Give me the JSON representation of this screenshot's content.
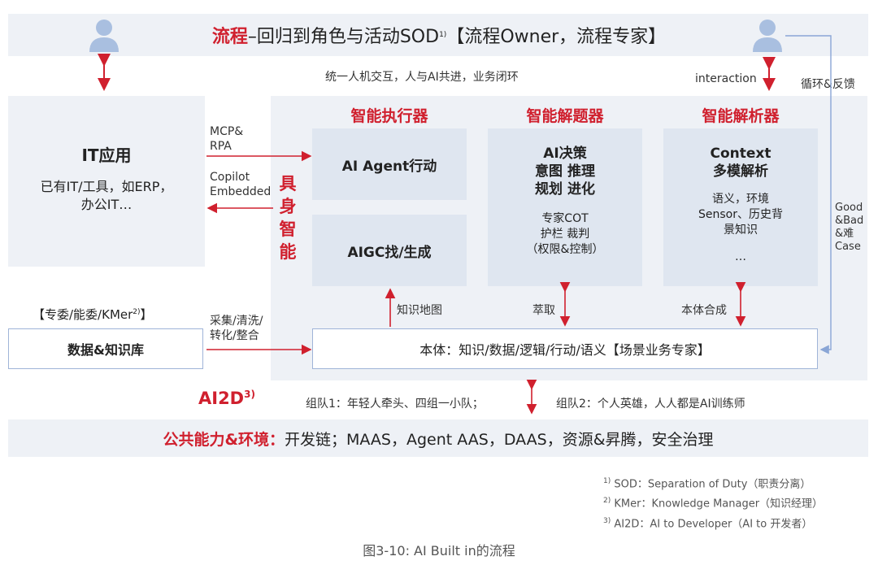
{
  "top_banner": {
    "title_red": "流程",
    "title_rest": "–回归到角色与活动SOD",
    "title_sup": "1)",
    "title_tail": "【流程Owner，流程专家】"
  },
  "unify_text": "统一人机交互，人与AI共进，业务闭环",
  "interaction_label": "interaction",
  "loop_label": "循环&反馈",
  "good_bad": [
    "Good",
    "&Bad",
    "&难",
    "Case"
  ],
  "it_app": {
    "title": "IT应用",
    "line1": "已有IT/工具，如ERP，",
    "line2": "办公IT…"
  },
  "mcp": [
    "MCP&",
    "RPA"
  ],
  "copilot": [
    "Copilot",
    "Embedded"
  ],
  "embodied": [
    "具",
    "身",
    "智",
    "能"
  ],
  "executor": {
    "header": "智能执行器",
    "box1": "AI Agent行动",
    "box2": "AIGC找/生成"
  },
  "solver": {
    "header": "智能解题器",
    "lines_bold": [
      "AI决策",
      "意图 推理",
      "规划 进化"
    ],
    "lines": [
      "专家COT",
      "护栏 裁判",
      "（权限&控制）"
    ]
  },
  "analyzer": {
    "header": "智能解析器",
    "lines_bold": [
      "Context",
      "多模解析"
    ],
    "lines": [
      "语义，环境",
      "Sensor、历史背",
      "景知识",
      "…"
    ]
  },
  "arrows": {
    "knowledge_map": "知识地图",
    "extract": "萃取",
    "ontology_synth": "本体合成"
  },
  "committee": {
    "text": "【专委/能委/KMer",
    "sup": "2)",
    "tail": "】"
  },
  "data_kb": "数据&知识库",
  "collect": [
    "采集/清洗/",
    "转化/整合"
  ],
  "ontology": "本体：知识/数据/逻辑/行动/语义【场景业务专家】",
  "ai2d": {
    "text": "AI2D",
    "sup": "3)"
  },
  "team1": "组队1：年轻人牵头、四组一小队；",
  "team2": "组队2：个人英雄，人人都是AI训练师",
  "public": {
    "bold": "公共能力&环境：",
    "rest": "开发链；MAAS，Agent AAS，DAAS，资源&昇腾，安全治理"
  },
  "footnotes": [
    {
      "sup": "1)",
      "text": "SOD：Separation of Duty（职责分离）"
    },
    {
      "sup": "2)",
      "text": "KMer：Knowledge Manager（知识经理）"
    },
    {
      "sup": "3)",
      "text": "AI2D：AI to Developer（AI to 开发者）"
    }
  ],
  "caption": "图3-10: AI Built in的流程",
  "colors": {
    "red": "#d0202e",
    "panel": "#eef1f6",
    "box": "#dfe6f0",
    "arrow_blue": "#8aa6d6"
  }
}
